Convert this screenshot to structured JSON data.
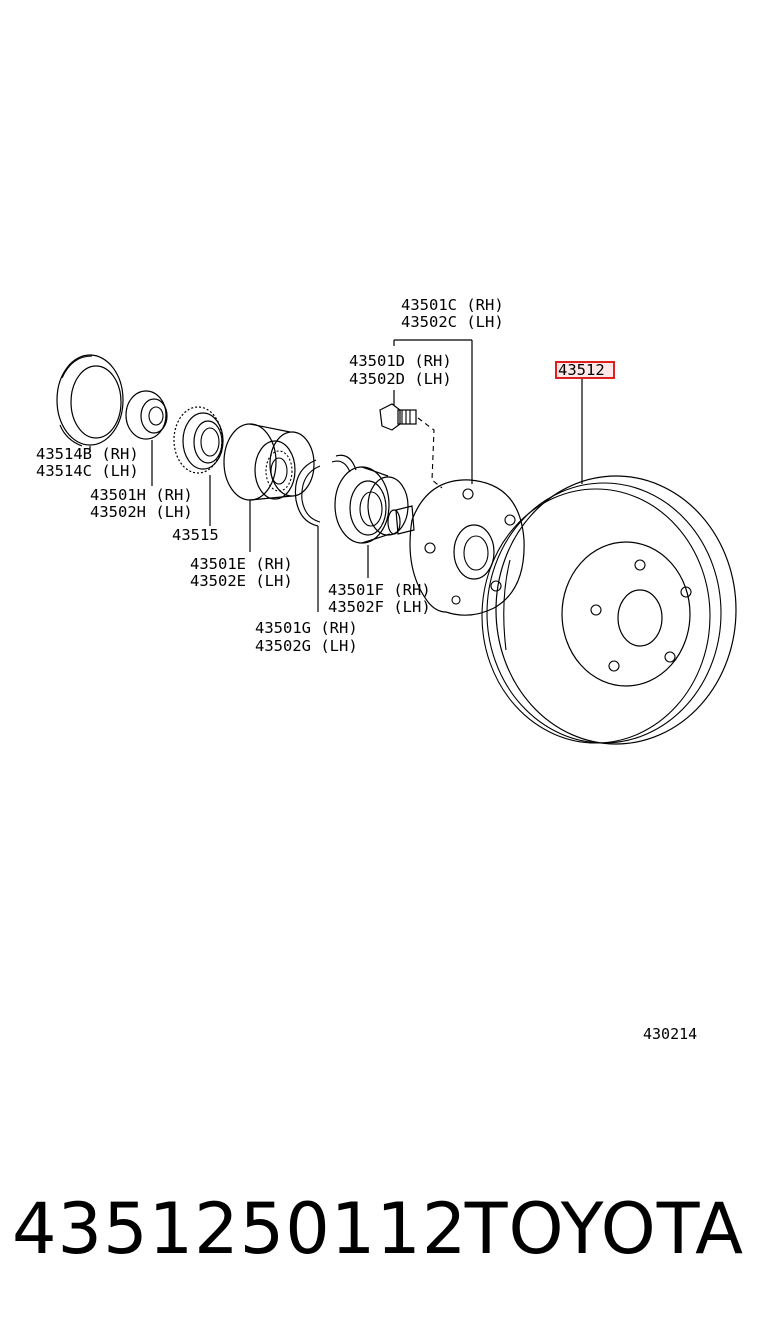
{
  "labels": {
    "l43514b": "43514B (RH)",
    "l43514c": "43514C (LH)",
    "l43501h": "43501H (RH)",
    "l43502h": "43502H (LH)",
    "l43515": "43515",
    "l43501e": "43501E (RH)",
    "l43502e": "43502E (LH)",
    "l43501g": "43501G (RH)",
    "l43502g": "43502G (LH)",
    "l43501f": "43501F (RH)",
    "l43502f": "43502F (LH)",
    "l43501d": "43501D (RH)",
    "l43502d": "43502D (LH)",
    "l43501c": "43501C (RH)",
    "l43502c": "43502C (LH)",
    "l43512": "43512"
  },
  "diagram_code": "430214",
  "footer": {
    "part_number": "4351250112",
    "brand": "TOYOTA"
  },
  "colors": {
    "highlight_border": "#e02020",
    "highlight_fill": "#fde8e8"
  }
}
